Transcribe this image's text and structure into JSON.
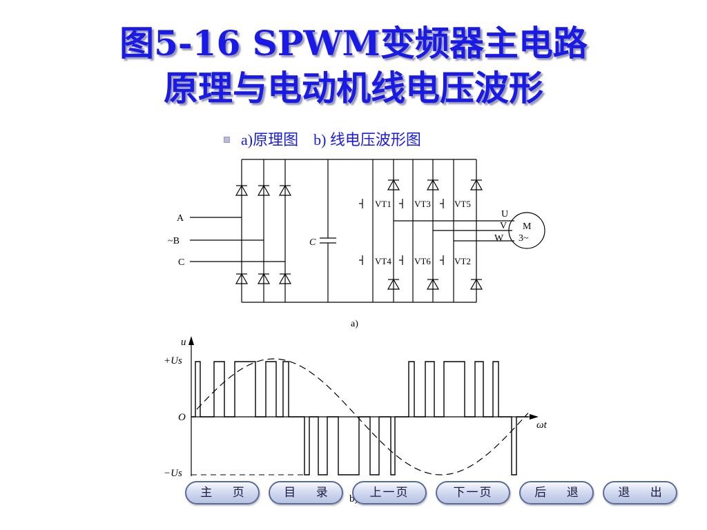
{
  "title": {
    "line1": "图5-16  SPWM变频器主电路",
    "line2": "原理与电动机线电压波形"
  },
  "caption": {
    "part_a": "a)原理图",
    "part_b": "b) 线电压波形图"
  },
  "circuit": {
    "inputs": [
      "A",
      "~B",
      "C"
    ],
    "capacitor": "C",
    "transistors_top": [
      "VT1",
      "VT3",
      "VT5"
    ],
    "transistors_bottom": [
      "VT4",
      "VT6",
      "VT2"
    ],
    "outputs": [
      "U",
      "V",
      "W"
    ],
    "motor": [
      "M",
      "3~"
    ],
    "sublabel": "a)"
  },
  "waveform": {
    "y_axis": "u",
    "x_axis": "ωt",
    "plus_level": "+Us",
    "minus_level": "−Us",
    "origin": "O",
    "sublabel": "b)"
  },
  "nav": [
    {
      "label": "主 页"
    },
    {
      "label": "目 录"
    },
    {
      "label": "上一页"
    },
    {
      "label": "下一页"
    },
    {
      "label": "后 退"
    },
    {
      "label": "退 出"
    }
  ]
}
